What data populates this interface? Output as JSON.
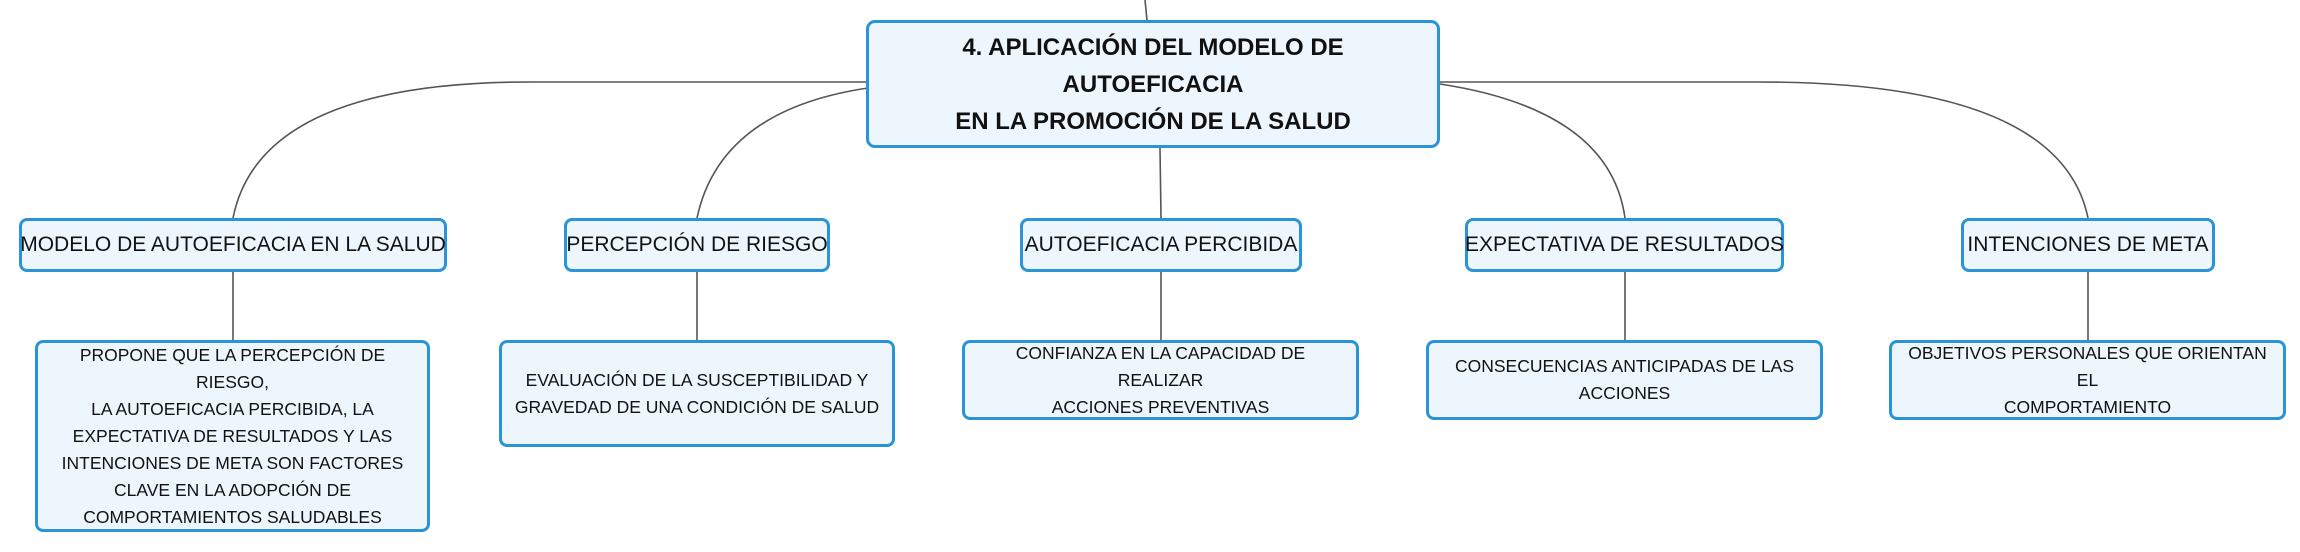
{
  "root": {
    "title_line1": "4. APLICACIÓN DEL MODELO DE AUTOEFICACIA",
    "title_line2": "EN LA PROMOCIÓN DE LA SALUD"
  },
  "branches": [
    {
      "label": "MODELO DE AUTOEFICACIA EN LA SALUD",
      "detail": [
        "PROPONE QUE LA PERCEPCIÓN DE RIESGO,",
        "LA AUTOEFICACIA PERCIBIDA, LA",
        "EXPECTATIVA DE RESULTADOS Y LAS",
        "INTENCIONES DE META SON FACTORES",
        "CLAVE EN LA ADOPCIÓN DE",
        "COMPORTAMIENTOS SALUDABLES"
      ]
    },
    {
      "label": "PERCEPCIÓN DE RIESGO",
      "detail": [
        "EVALUACIÓN DE LA SUSCEPTIBILIDAD Y",
        "GRAVEDAD DE UNA CONDICIÓN DE SALUD"
      ]
    },
    {
      "label": "AUTOEFICACIA PERCIBIDA",
      "detail": [
        "CONFIANZA EN LA CAPACIDAD DE REALIZAR",
        "ACCIONES PREVENTIVAS"
      ]
    },
    {
      "label": "EXPECTATIVA DE RESULTADOS",
      "detail": [
        "CONSECUENCIAS ANTICIPADAS DE LAS",
        "ACCIONES"
      ]
    },
    {
      "label": "INTENCIONES DE META",
      "detail": [
        "OBJETIVOS PERSONALES QUE ORIENTAN EL",
        "COMPORTAMIENTO"
      ]
    }
  ],
  "colors": {
    "node_border": "#2b94d8",
    "node_fill": "#eef6fd",
    "connector": "#555555"
  }
}
